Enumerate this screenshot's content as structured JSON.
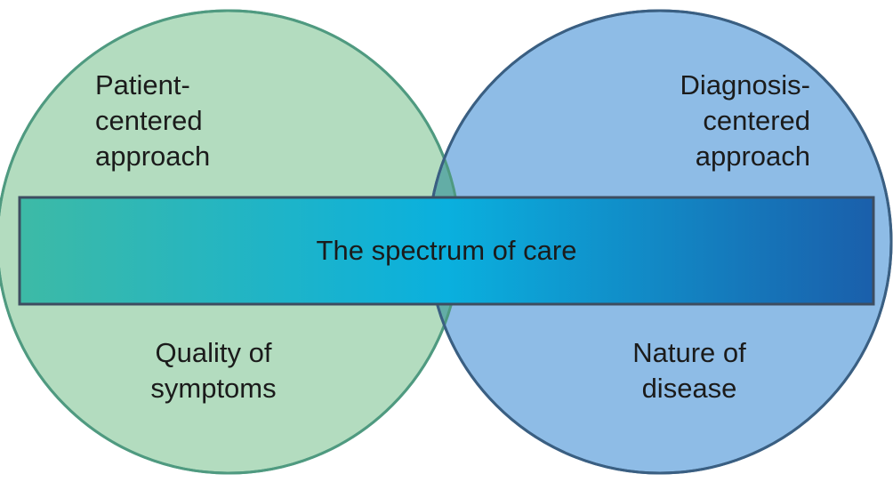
{
  "diagram": {
    "left_circle": {
      "top_label": [
        "Patient-",
        "centered",
        "approach"
      ],
      "bottom_label": [
        "Quality of",
        "symptoms"
      ]
    },
    "right_circle": {
      "top_label": [
        "Diagnosis-",
        "centered",
        "approach"
      ],
      "bottom_label": [
        "Nature of",
        "disease"
      ]
    },
    "band": {
      "label": "The spectrum of care"
    }
  },
  "colors": {
    "left_circle_fill": "#b3dcbf",
    "left_circle_stroke": "#4f9a80",
    "right_circle_fill": "#8ebce6",
    "right_circle_stroke": "#3a5f82",
    "overlap_fill": "#63ada6",
    "band_gradient": [
      "#3dbaa6",
      "#0ab0de",
      "#1a5fab"
    ],
    "band_stroke": "#3d4d60"
  }
}
